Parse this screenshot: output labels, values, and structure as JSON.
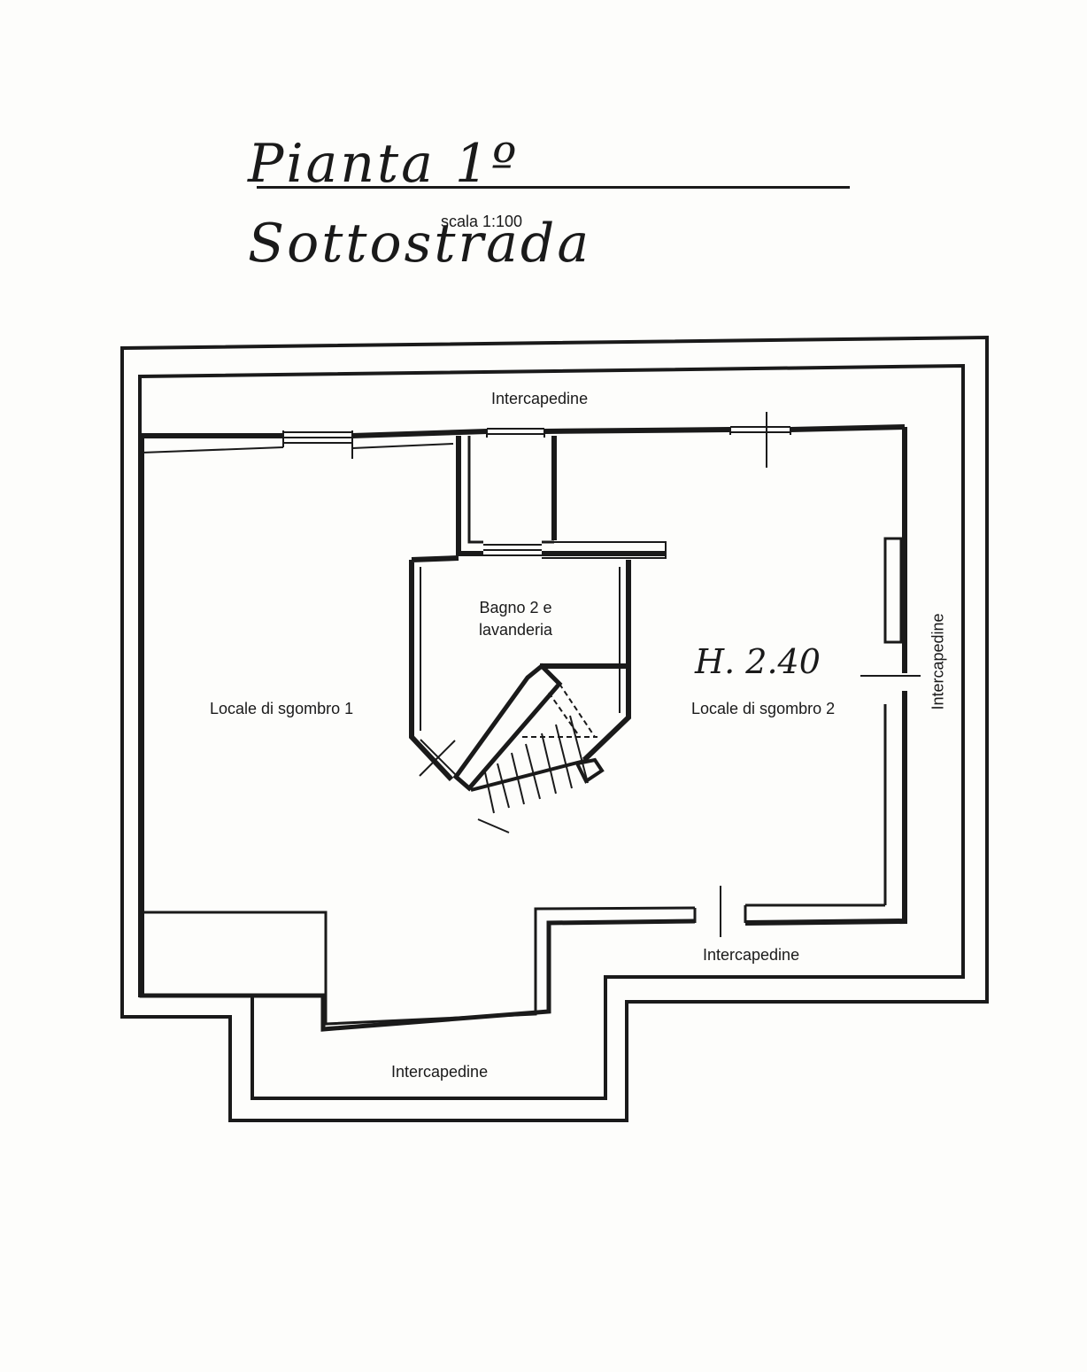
{
  "header": {
    "title": "Pianta 1º Sottostrada",
    "scale": "scala 1:100"
  },
  "rooms": {
    "intercapedine_top": "Intercapedine",
    "intercapedine_right": "Intercapedine",
    "intercapedine_bottom_right": "Intercapedine",
    "intercapedine_bottom": "Intercapedine",
    "bagno": "Bagno 2 e lavanderia",
    "locale1": "Locale di sgombro 1",
    "locale2": "Locale di sgombro 2"
  },
  "annotations": {
    "height": "H. 2.40"
  },
  "colors": {
    "ink": "#1a1a1a",
    "paper": "#fdfdfb"
  }
}
